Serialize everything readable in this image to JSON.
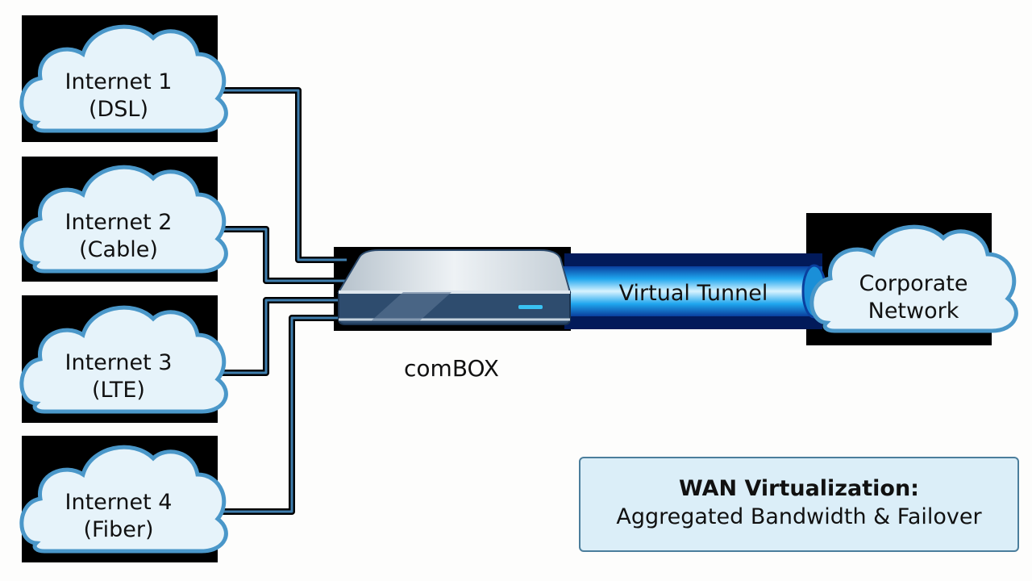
{
  "diagram": {
    "title": "WAN Virtualization: Aggregated Bandwidth & Failover",
    "isps": [
      {
        "name": "Internet 1",
        "type": "(DSL)"
      },
      {
        "name": "Internet 2",
        "type": "(Cable)"
      },
      {
        "name": "Internet 3",
        "type": "(LTE)"
      },
      {
        "name": "Internet 4",
        "type": "(Fiber)"
      }
    ],
    "device": {
      "label": "comBOX"
    },
    "tunnel": {
      "label": "Virtual Tunnel"
    },
    "destination": {
      "line1": "Corporate",
      "line2": "Network"
    },
    "caption": {
      "title": "WAN Virtualization:",
      "subtitle": "Aggregated Bandwidth & Failover"
    },
    "colors": {
      "cloud_fill": "#e6f3fa",
      "cloud_stroke": "#4a97c9",
      "wire": "#3f7eae",
      "tunnel": "#1fa6ee",
      "device_top": "#cfd8e0",
      "device_front": "#2e4c6e",
      "led": "#39c2f2"
    }
  }
}
